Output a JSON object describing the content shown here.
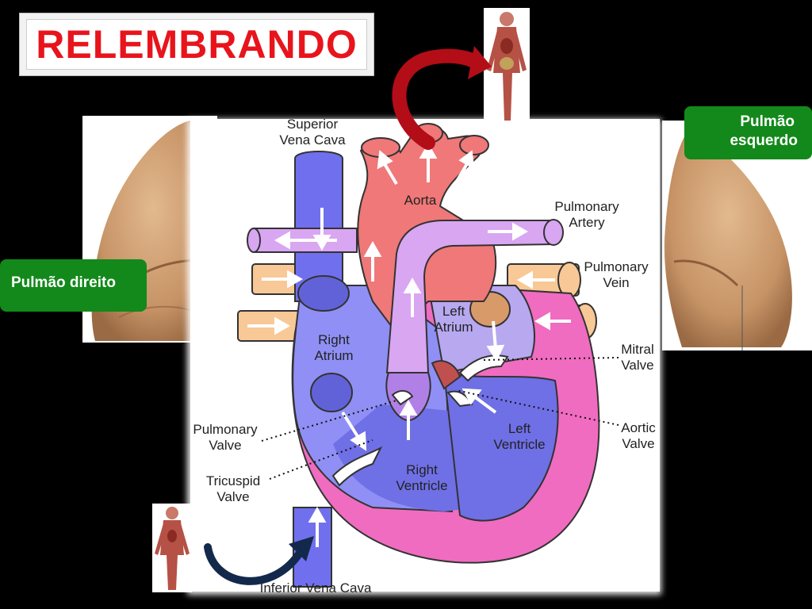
{
  "slide": {
    "title": "RELEMBRANDO",
    "right_lung_label": "Pulmão direito",
    "left_lung_label_line1": "Pulmão",
    "left_lung_label_line2": "esquerdo"
  },
  "heart": {
    "superior_vena_cava_1": "Superior",
    "superior_vena_cava_2": "Vena Cava",
    "aorta": "Aorta",
    "pulmonary_artery_1": "Pulmonary",
    "pulmonary_artery_2": "Artery",
    "pulmonary_vein_1": "Pulmonary",
    "pulmonary_vein_2": "Vein",
    "left_atrium_1": "Left",
    "left_atrium_2": "Atrium",
    "right_atrium_1": "Right",
    "right_atrium_2": "Atrium",
    "mitral_valve_1": "Mitral",
    "mitral_valve_2": "Valve",
    "aortic_valve_1": "Aortic",
    "aortic_valve_2": "Valve",
    "pulmonary_valve_1": "Pulmonary",
    "pulmonary_valve_2": "Valve",
    "tricuspid_valve_1": "Tricuspid",
    "tricuspid_valve_2": "Valve",
    "left_ventricle_1": "Left",
    "left_ventricle_2": "Ventricle",
    "right_ventricle_1": "Right",
    "right_ventricle_2": "Ventricle",
    "inferior_vena_cava": "Inferior Vena Cava"
  },
  "colors": {
    "title_red": "#e8141c",
    "label_green": "#12891a",
    "vena_blue": "#7070ee",
    "aorta_red": "#f07878",
    "pulmonary_purple": "#d9a6f2",
    "vein_orange": "#f8c896",
    "heart_wall_pink": "#f06cc0",
    "arrow_dark_red": "#b30d18",
    "arrow_navy": "#13294b"
  },
  "icons": [
    "human-body-icon",
    "lung-image"
  ]
}
